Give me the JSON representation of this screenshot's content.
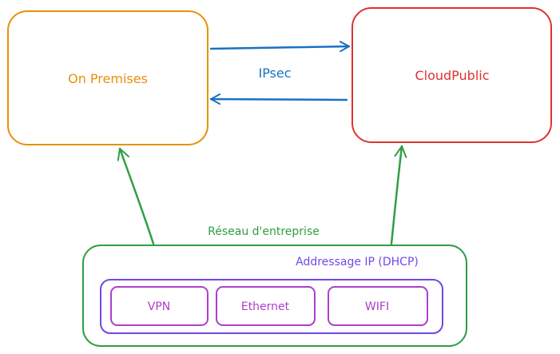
{
  "nodes": {
    "on_premises": {
      "label": "On Premises",
      "color": "#e8900c"
    },
    "cloud_public": {
      "label": "CloudPublic",
      "color": "#e03131"
    },
    "enterprise_network": {
      "label": "Réseau d'entreprise",
      "color": "#2f9e44"
    },
    "ip_addressing": {
      "label": "Addressage IP (DHCP)",
      "color": "#7048e8"
    },
    "access_methods": {
      "color": "#ae3ec9",
      "items": [
        "VPN",
        "Ethernet",
        "WIFI"
      ]
    }
  },
  "connections": {
    "ipsec": {
      "label": "IPsec",
      "color": "#1971c2"
    }
  }
}
